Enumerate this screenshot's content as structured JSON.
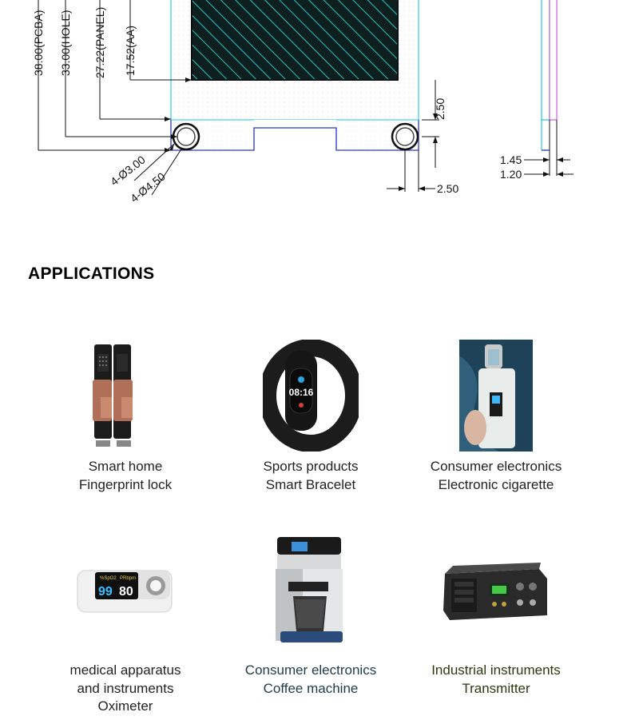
{
  "dimensions": {
    "pcba": "38.00(PCBA)",
    "hole": "33.00(HOLE)",
    "panel": "27.22(PANEL)",
    "aa": "17.52(AA)",
    "hole_inner": "4-Ø3.00",
    "hole_outer": "4-Ø4.50",
    "right_vertical": "2.50",
    "right_horizontal": "2.50",
    "side_thickness_1": "1.45",
    "side_thickness_2": "1.20"
  },
  "applications": {
    "title": "APPLICATIONS",
    "items": [
      {
        "line1": "Smart home",
        "line2": "Fingerprint lock",
        "icon": "fingerprint-lock-icon"
      },
      {
        "line1": "Sports products",
        "line2": "Smart Bracelet",
        "icon": "smart-bracelet-icon"
      },
      {
        "line1": "Consumer electronics",
        "line2": "Electronic cigarette",
        "icon": "e-cigarette-icon"
      },
      {
        "line1": "medical apparatus",
        "line2": "and instruments",
        "line3": "Oximeter",
        "icon": "oximeter-icon"
      },
      {
        "line1": "Consumer electronics",
        "line2": "Coffee machine",
        "icon": "coffee-machine-icon"
      },
      {
        "line1": "Industrial instruments",
        "line2": "Transmitter",
        "icon": "transmitter-icon"
      }
    ],
    "screen_values": {
      "bracelet_time": "08:16",
      "oximeter_spo2": "99",
      "oximeter_pr": "80",
      "oximeter_label_spo2": "%SpO2",
      "oximeter_label_pr": "PRbpm"
    }
  },
  "colors": {
    "display_dark": "#0d1f1f",
    "hatch": "#22c7c2",
    "outline_blue": "#2233cc",
    "outline_cyan": "#33c8e8"
  }
}
